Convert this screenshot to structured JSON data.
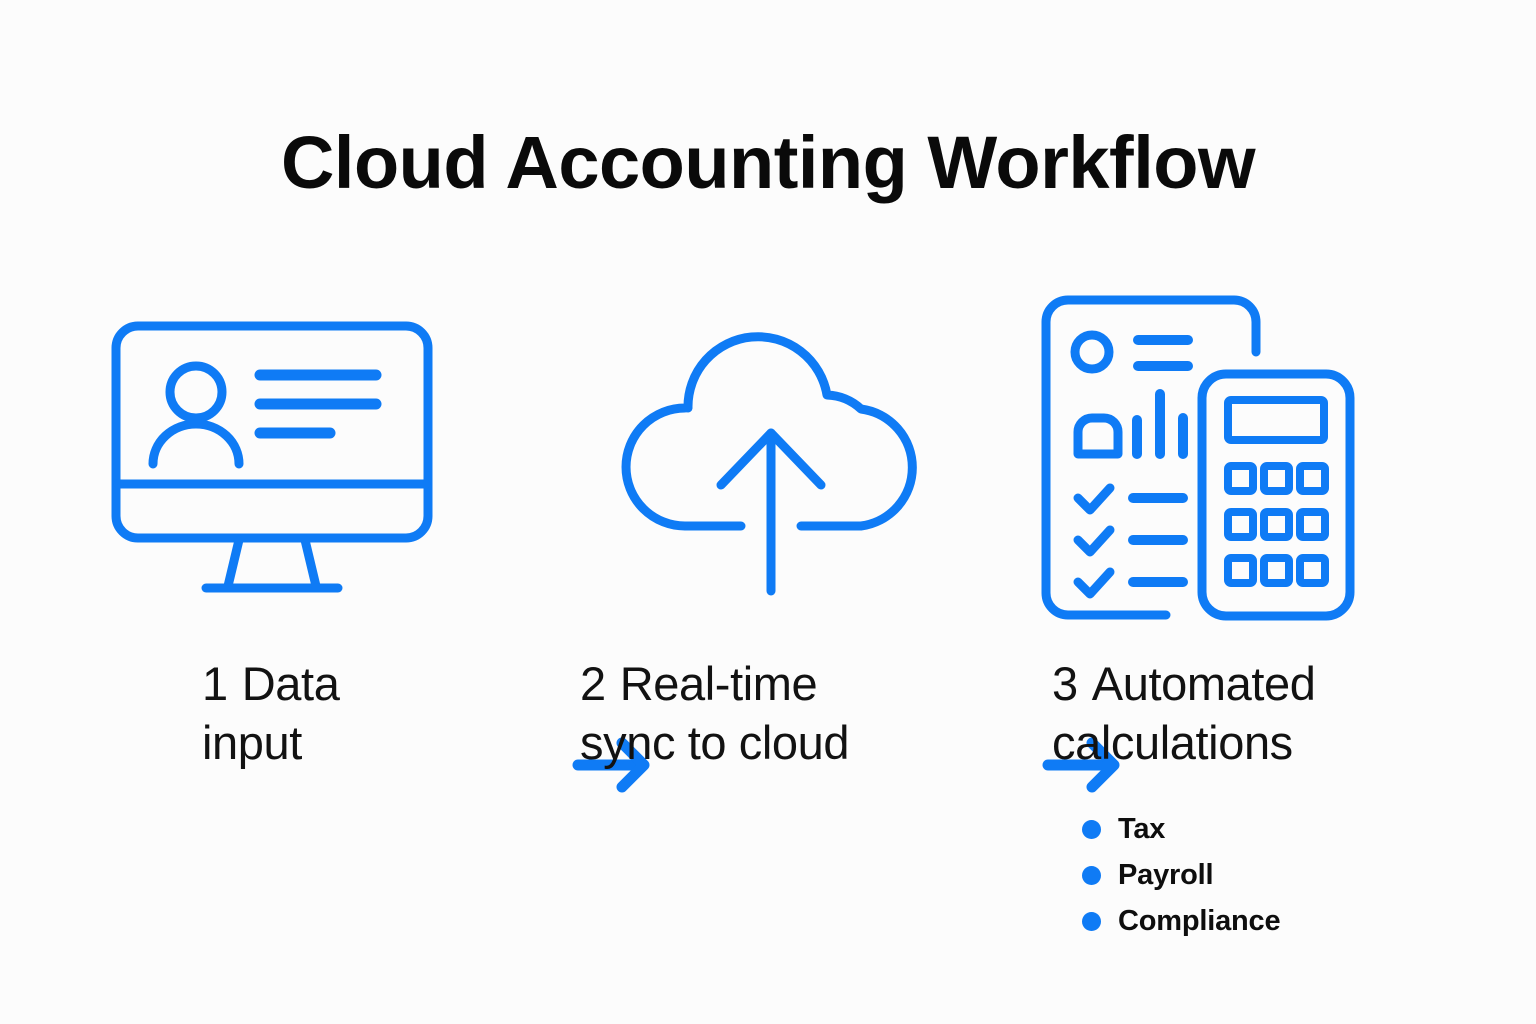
{
  "page": {
    "title": "Cloud Accounting Workflow",
    "background_color": "#fcfcfc",
    "accent_color": "#0f7bf5",
    "text_color": "#0e0e0e"
  },
  "steps": [
    {
      "number": "1",
      "label_line1": "Data",
      "label_line2": "input",
      "icon": "monitor-user-profile-icon"
    },
    {
      "number": "2",
      "label_line1": "Real-time",
      "label_line2": "sync to cloud",
      "icon": "cloud-upload-icon"
    },
    {
      "number": "3",
      "label_line1": "Automated",
      "label_line2": "calculations",
      "icon": "document-calculator-icon"
    }
  ],
  "arrows": [
    {
      "name": "arrow-step1-to-step2"
    },
    {
      "name": "arrow-step2-to-step3"
    }
  ],
  "bullets": [
    {
      "label": "Tax"
    },
    {
      "label": "Payroll"
    },
    {
      "label": "Compliance"
    }
  ]
}
